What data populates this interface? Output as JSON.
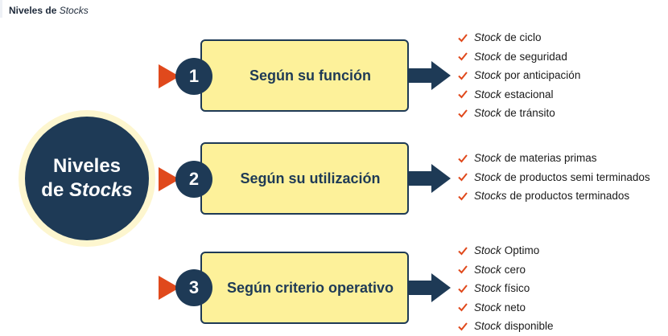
{
  "page_label": {
    "plain": "Niveles de ",
    "italic": "Stocks"
  },
  "center": {
    "line1": "Niveles",
    "line2_plain": "de ",
    "line2_italic": "Stocks"
  },
  "colors": {
    "navy": "#1e3a56",
    "box_fill": "#fdf19a",
    "accent": "#e0491c",
    "glow": "#fdf6cf"
  },
  "categories": [
    {
      "number": "1",
      "title": "Según su función",
      "items": [
        {
          "em": "Stock",
          "rest": "de ciclo"
        },
        {
          "em": "Stock",
          "rest": "de seguridad"
        },
        {
          "em": "Stock",
          "rest": "por anticipación"
        },
        {
          "em": "Stock",
          "rest": "estacional"
        },
        {
          "em": "Stock",
          "rest": "de tránsito"
        }
      ]
    },
    {
      "number": "2",
      "title": "Según su utilización",
      "items": [
        {
          "em": "Stock",
          "rest": "de materias primas"
        },
        {
          "em": "Stock",
          "rest": "de productos semi terminados"
        },
        {
          "em": "Stocks",
          "rest": "de productos terminados"
        }
      ]
    },
    {
      "number": "3",
      "title": "Según criterio operativo",
      "items": [
        {
          "em": "Stock",
          "rest": "Optimo"
        },
        {
          "em": "Stock",
          "rest": "cero"
        },
        {
          "em": "Stock",
          "rest": "físico"
        },
        {
          "em": "Stock",
          "rest": "neto"
        },
        {
          "em": "Stock",
          "rest": "disponible"
        }
      ]
    }
  ]
}
